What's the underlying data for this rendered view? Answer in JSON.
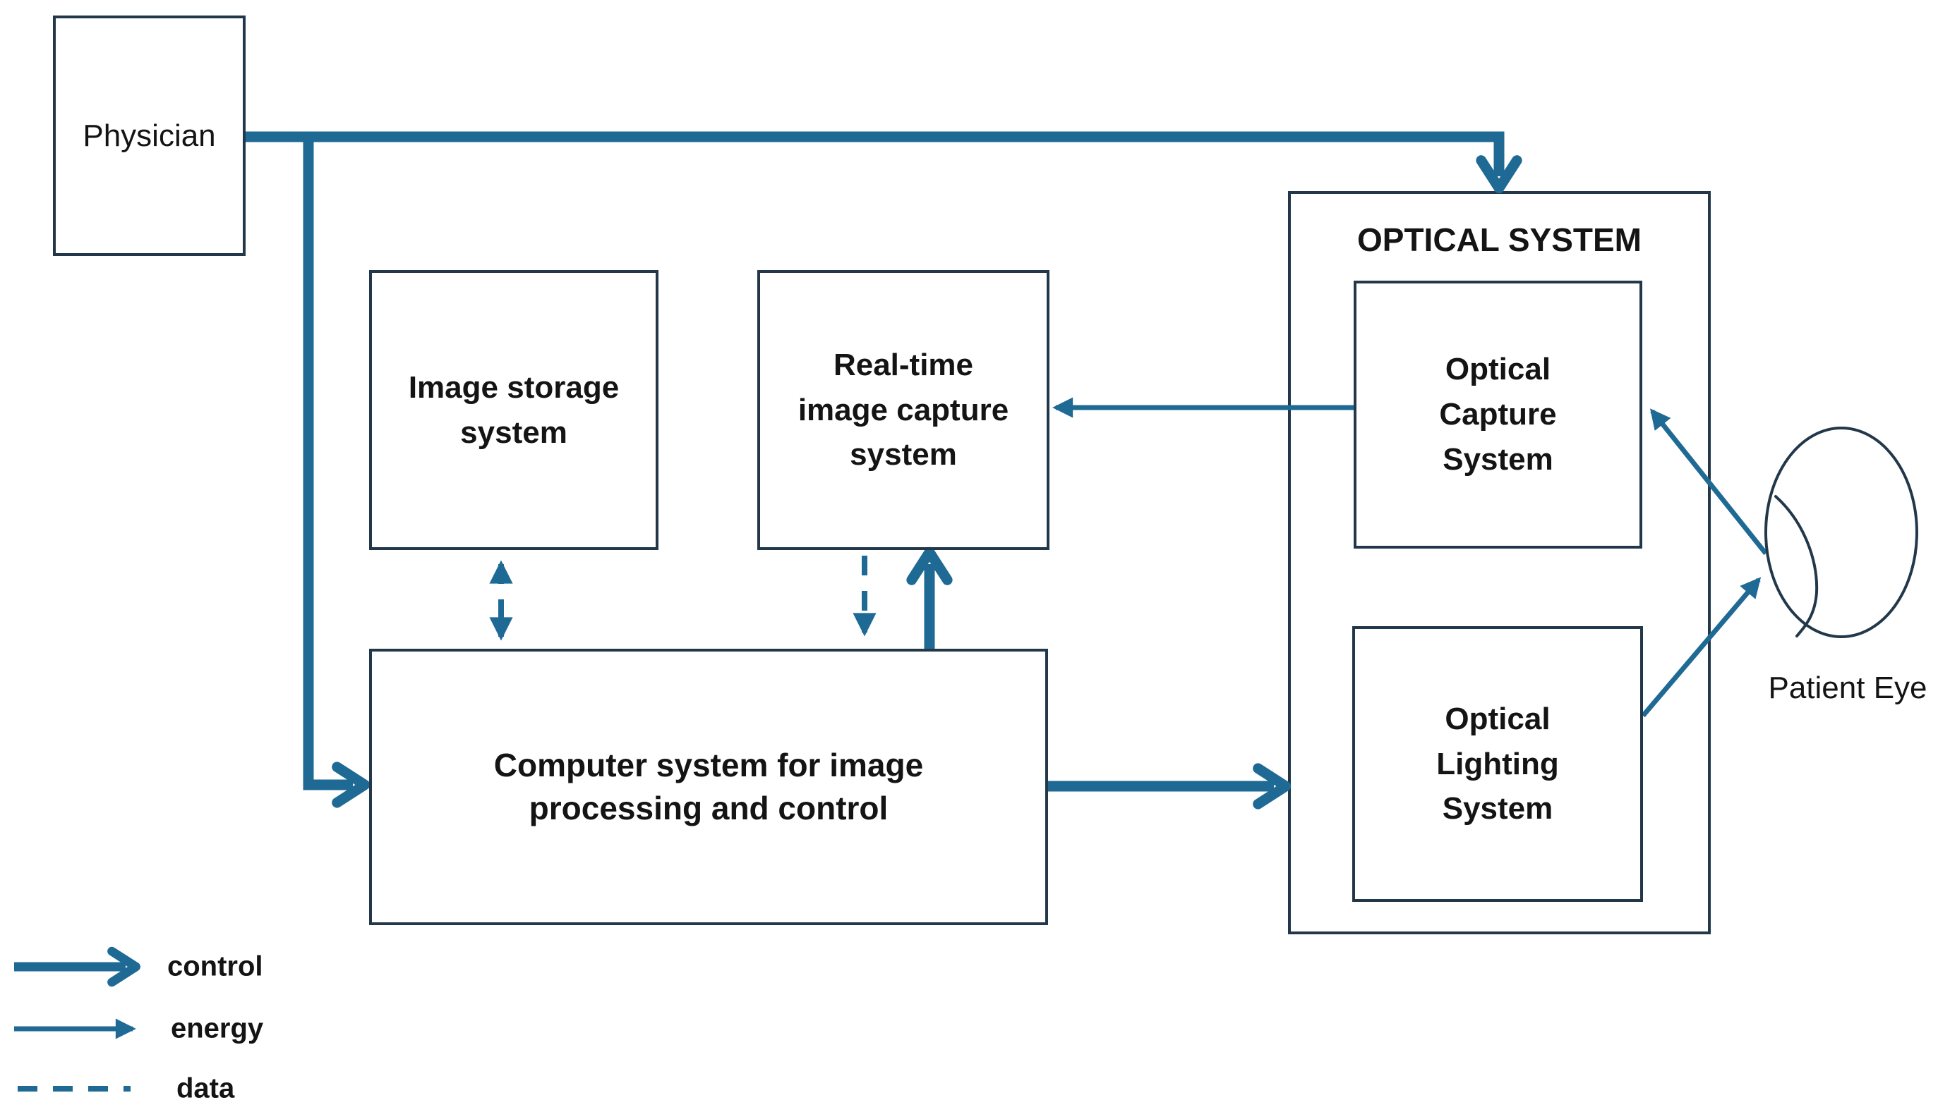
{
  "colors": {
    "accent": "#1f6a94",
    "box_border": "#22384a",
    "text": "#141414",
    "background": "#ffffff"
  },
  "nodes": {
    "physician": {
      "label": "Physician"
    },
    "image_storage": {
      "label": "Image storage\nsystem"
    },
    "realtime_capture": {
      "label": "Real-time\nimage capture\nsystem"
    },
    "computer": {
      "label": "Computer system for image\nprocessing and control"
    },
    "optical_system": {
      "label": "OPTICAL SYSTEM"
    },
    "optical_capture": {
      "label": "Optical\nCapture\nSystem"
    },
    "optical_lighting": {
      "label": "Optical\nLighting\nSystem"
    },
    "patient_eye": {
      "label": "Patient Eye"
    }
  },
  "edges": [
    {
      "from": "Physician",
      "to": "Optical System",
      "type": "control"
    },
    {
      "from": "Physician",
      "to": "Computer system for image processing and control",
      "type": "control"
    },
    {
      "from": "Computer system for image processing and control",
      "to": "Real-time image capture system",
      "type": "control"
    },
    {
      "from": "Computer system for image processing and control",
      "to": "Optical System",
      "type": "control"
    },
    {
      "from": "Image storage system",
      "to": "Computer system for image processing and control",
      "type": "data",
      "bidirectional": true
    },
    {
      "from": "Real-time image capture system",
      "to": "Computer system for image processing and control",
      "type": "data"
    },
    {
      "from": "Optical Capture System",
      "to": "Real-time image capture system",
      "type": "energy"
    },
    {
      "from": "Patient Eye",
      "to": "Optical Capture System",
      "type": "energy"
    },
    {
      "from": "Optical Lighting System",
      "to": "Patient Eye",
      "type": "energy"
    }
  ],
  "legend": {
    "items": [
      {
        "type": "control",
        "label": "control"
      },
      {
        "type": "energy",
        "label": "energy"
      },
      {
        "type": "data",
        "label": "data"
      }
    ]
  }
}
